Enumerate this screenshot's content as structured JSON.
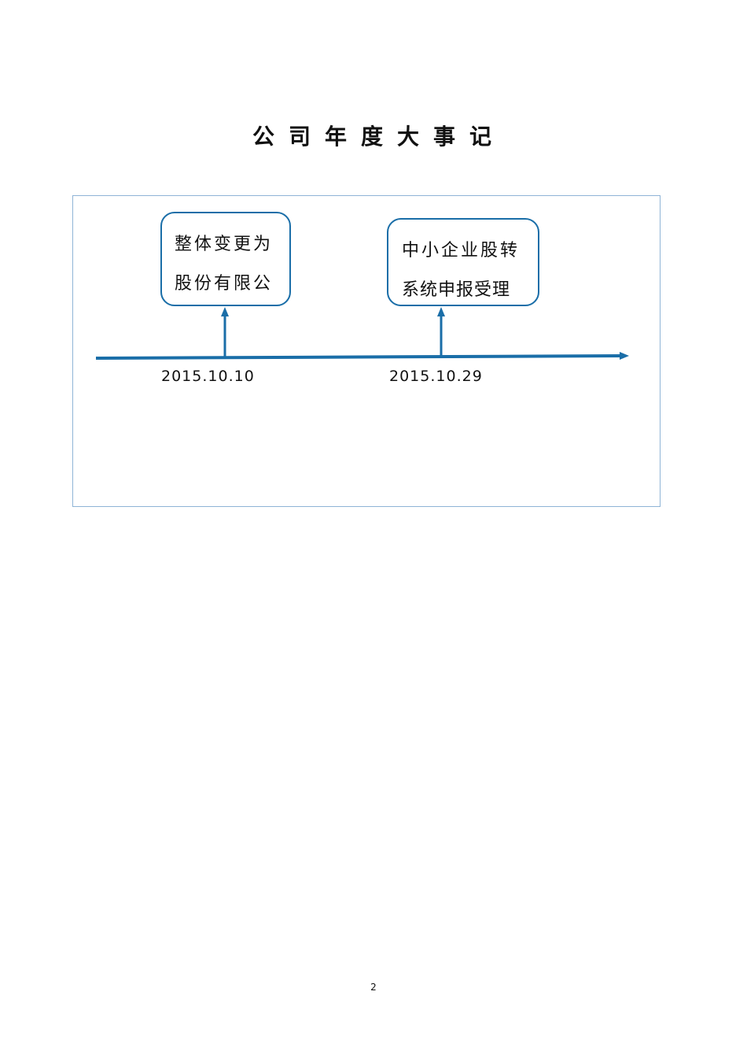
{
  "document": {
    "title": "公司年度大事记",
    "page_number": "2"
  },
  "timeline": {
    "line_color": "#1a6ea8",
    "frame_border_color": "#8fb4d6",
    "events": [
      {
        "lines": [
          "整体变更为",
          "股份有限公"
        ],
        "date": "2015.10.10"
      },
      {
        "lines": [
          "中小企业股转",
          "系统申报受理"
        ],
        "date": "2015.10.29"
      }
    ]
  }
}
